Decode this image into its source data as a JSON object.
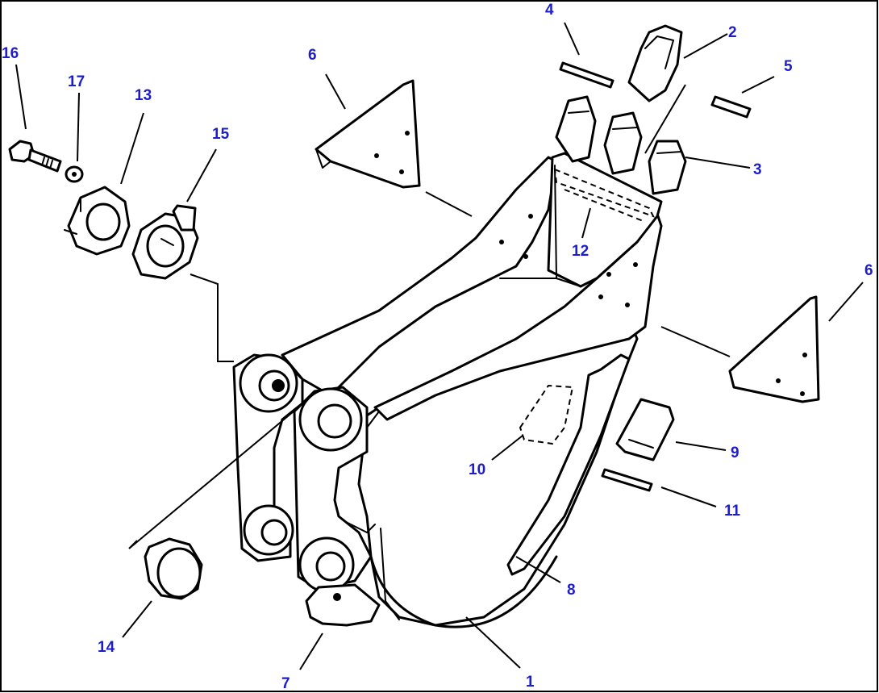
{
  "callouts": [
    {
      "id": "1",
      "label": "1"
    },
    {
      "id": "2",
      "label": "2"
    },
    {
      "id": "3",
      "label": "3"
    },
    {
      "id": "4",
      "label": "4"
    },
    {
      "id": "5",
      "label": "5"
    },
    {
      "id": "6a",
      "label": "6"
    },
    {
      "id": "6b",
      "label": "6"
    },
    {
      "id": "7",
      "label": "7"
    },
    {
      "id": "8",
      "label": "8"
    },
    {
      "id": "9",
      "label": "9"
    },
    {
      "id": "10",
      "label": "10"
    },
    {
      "id": "11",
      "label": "11"
    },
    {
      "id": "12",
      "label": "12"
    },
    {
      "id": "13",
      "label": "13"
    },
    {
      "id": "14",
      "label": "14"
    },
    {
      "id": "15",
      "label": "15"
    },
    {
      "id": "16",
      "label": "16"
    },
    {
      "id": "17",
      "label": "17"
    }
  ],
  "colors": {
    "callout_text": "#1d1dcc",
    "line": "#000000",
    "background": "#ffffff"
  }
}
